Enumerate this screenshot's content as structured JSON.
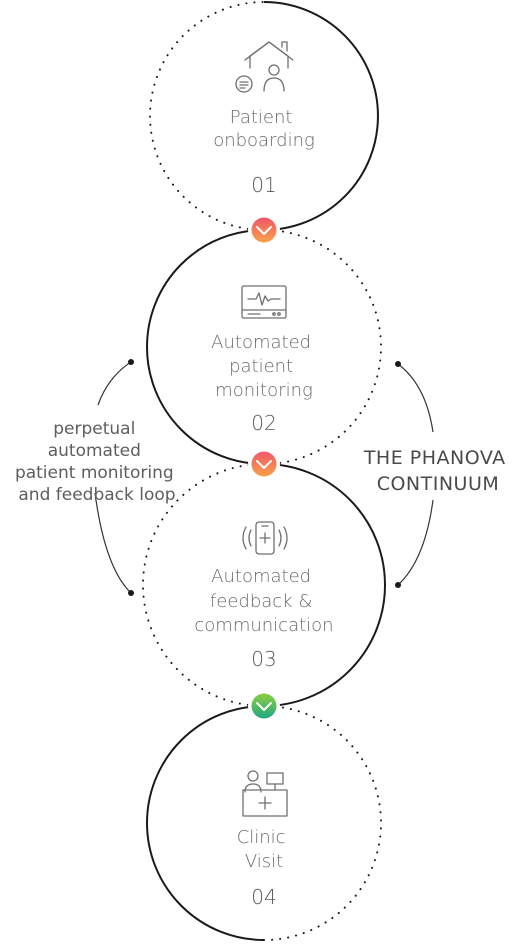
{
  "stages": [
    {
      "lines": [
        "Patient",
        "onboarding"
      ],
      "number": "01",
      "icon": "house-patient-icon"
    },
    {
      "lines": [
        "Automated",
        "patient",
        "monitoring"
      ],
      "number": "02",
      "icon": "monitor-icon"
    },
    {
      "lines": [
        "Automated",
        "feedback &",
        "communication"
      ],
      "number": "03",
      "icon": "phone-signal-icon"
    },
    {
      "lines": [
        "Clinic",
        "Visit"
      ],
      "number": "04",
      "icon": "clinic-desk-icon"
    }
  ],
  "loop_label": [
    "perpetual",
    "automated",
    "patient monitoring",
    "and feedback loop"
  ],
  "continuum_label": [
    "THE PHANOVA",
    "CONTINUUM"
  ],
  "colors": {
    "connector_1": "#f26a4f",
    "connector_2": "#f26a4f",
    "connector_3": "#2fb37a",
    "line": "#1a1a1a"
  }
}
